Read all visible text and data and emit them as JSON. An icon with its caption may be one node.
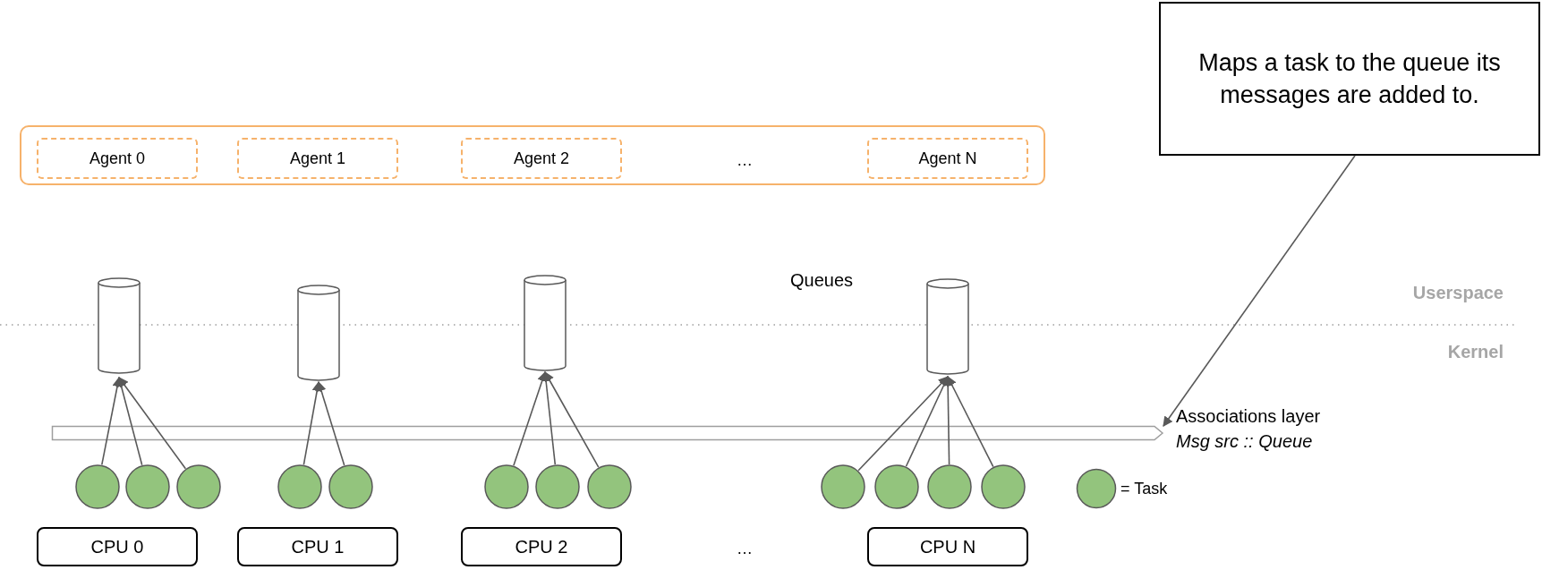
{
  "diagram": {
    "nodes": [
      {
        "text": [
          "Maps a task to the queue its messages are added to."
        ]
      },
      {
        "text": [],
        "shape": "box"
      },
      {
        "text": [
          "Agent 0"
        ],
        "in": 1
      },
      {
        "text": [
          "Agent 1"
        ],
        "in": 1
      },
      {
        "text": [
          "Agent 2"
        ],
        "in": 1
      },
      {
        "text": [
          "Agent N"
        ],
        "in": 1
      },
      {
        "text": [],
        "shape": "cylinder"
      },
      {
        "text": [],
        "shape": "cylinder"
      },
      {
        "text": [],
        "shape": "cylinder"
      },
      {
        "text": [],
        "shape": "cylinder"
      },
      {
        "text": [],
        "shape": "bar",
        "beside": [
          "Associations layer",
          "Msg src :: Queue"
        ]
      },
      {
        "text": [],
        "shape": "circle"
      },
      {
        "text": [],
        "shape": "circle"
      },
      {
        "text": [],
        "shape": "circle"
      },
      {
        "text": [],
        "shape": "circle"
      },
      {
        "text": [],
        "shape": "circle"
      },
      {
        "text": [],
        "shape": "circle"
      },
      {
        "text": [],
        "shape": "circle"
      },
      {
        "text": [],
        "shape": "circle"
      },
      {
        "text": [],
        "shape": "circle"
      },
      {
        "text": [],
        "shape": "circle"
      },
      {
        "text": [],
        "shape": "circle"
      },
      {
        "text": [],
        "shape": "circle"
      },
      {
        "text": [
          "CPU 0"
        ]
      },
      {
        "text": [
          "CPU 1"
        ]
      },
      {
        "text": [
          "CPU 2"
        ]
      },
      {
        "text": [
          "CPU N"
        ]
      }
    ],
    "edges": [
      {
        "from": 11,
        "to": 6,
        "arrow": "to"
      },
      {
        "from": 12,
        "to": 6,
        "arrow": "to"
      },
      {
        "from": 13,
        "to": 6,
        "arrow": "to"
      },
      {
        "from": 14,
        "to": 7,
        "arrow": "to"
      },
      {
        "from": 15,
        "to": 7,
        "arrow": "to"
      },
      {
        "from": 16,
        "to": 8,
        "arrow": "to"
      },
      {
        "from": 17,
        "to": 8,
        "arrow": "to"
      },
      {
        "from": 18,
        "to": 8,
        "arrow": "to"
      },
      {
        "from": 19,
        "to": 9,
        "arrow": "to"
      },
      {
        "from": 20,
        "to": 9,
        "arrow": "to"
      },
      {
        "from": 21,
        "to": 9,
        "arrow": "to"
      },
      {
        "from": 22,
        "to": 9,
        "arrow": "to"
      },
      {
        "from": 0,
        "to": 10,
        "arrow": "to"
      }
    ],
    "labels": [
      "…",
      "Queues",
      "Userspace",
      "Kernel",
      "…"
    ],
    "legend": [
      {
        "text": "= Task"
      }
    ]
  }
}
